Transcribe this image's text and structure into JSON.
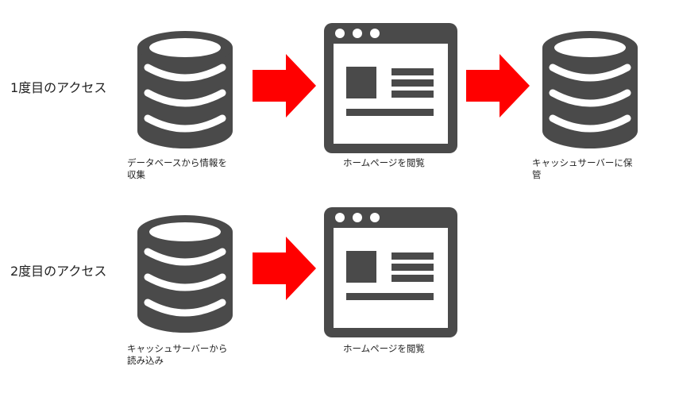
{
  "colors": {
    "icon": "#4a4a4a",
    "arrow": "#ff0000",
    "background": "#ffffff"
  },
  "rows": [
    {
      "label": "1度目のアクセス",
      "steps": [
        {
          "icon": "database-icon",
          "caption_line1": "データベースから情報を",
          "caption_line2": "収集"
        },
        {
          "icon": "browser-window-icon",
          "caption_line1": "ホームページを閲覧",
          "caption_line2": ""
        },
        {
          "icon": "database-icon",
          "caption_line1": "キャッシュサーバーに保",
          "caption_line2": "管"
        }
      ]
    },
    {
      "label": "2度目のアクセス",
      "steps": [
        {
          "icon": "database-icon",
          "caption_line1": "キャッシュサーバーから",
          "caption_line2": "読み込み"
        },
        {
          "icon": "browser-window-icon",
          "caption_line1": "ホームページを閲覧",
          "caption_line2": ""
        }
      ]
    }
  ]
}
